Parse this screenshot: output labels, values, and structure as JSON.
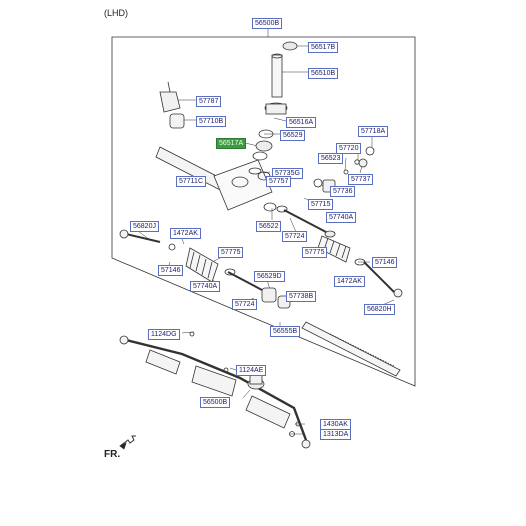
{
  "header": {
    "variant": "(LHD)"
  },
  "footer": {
    "direction": "FR."
  },
  "labels": {
    "l56500B_top": "56500B",
    "l56517B": "56517B",
    "l56510B": "56510B",
    "l57787": "57787",
    "l56516A": "56516A",
    "l57710B": "57710B",
    "l56529_top": "56529",
    "l56517A": "56517A",
    "l57718A": "57718A",
    "l57720": "57720",
    "l56523": "56523",
    "l57735G": "57735G",
    "l57757": "57757",
    "l57737": "57737",
    "l57711C": "57711C",
    "l57736": "57736",
    "l57715": "57715",
    "l57740A_r": "57740A",
    "l56820J": "56820J",
    "l56522": "56522",
    "l57724_r": "57724",
    "l1472AK_l": "1472AK",
    "l57775_r": "57775",
    "l57775_l": "57775",
    "l57146_r": "57146",
    "l57146_l": "57146",
    "l1472AK_r": "1472AK",
    "l56529D": "56529D",
    "l57740A_l": "57740A",
    "l57738B": "57738B",
    "l57724_l": "57724",
    "l56820H": "56820H",
    "l56555B": "56555B",
    "l1124DG": "1124DG",
    "l1124AE": "1124AE",
    "l56500B_bot": "56500B",
    "l1430AK": "1430AK",
    "l1313DA": "1313DA"
  }
}
